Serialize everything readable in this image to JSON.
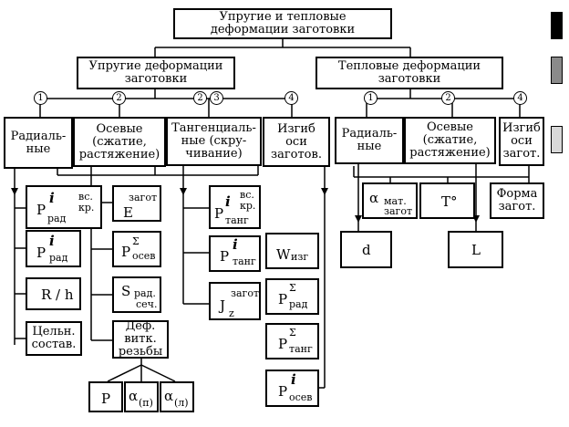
{
  "root": "Упругие и тепловые\nдеформации заготовки",
  "elastic": "Упругие деформации\nзаготовки",
  "thermal": "Тепловые деформации\nзаготовки",
  "circles": {
    "c1": "1",
    "c2": "2",
    "c3": "3",
    "c4": "4"
  },
  "elastic_cats": {
    "radial": "Радиаль-\nные",
    "axial": "Осевые\n(сжатие,\nрастяжение)",
    "tangential": "Тангенциаль-\nные (скру-\nчивание)",
    "bending": "Изгиб\nоси\nзаготов."
  },
  "thermal_cats": {
    "radial": "Радиаль-\nные",
    "axial": "Осевые\n(сжатие,\nрастяжение)",
    "bending": "Изгиб\nоси\nзагот."
  },
  "sym": {
    "P": "P",
    "i": "i",
    "rad": "рад",
    "vs_kr_1": "вс.",
    "vs_kr_2": "кр.",
    "tang": "танг",
    "osev": "осев",
    "sigma": "Σ",
    "Rh": "R / h",
    "whole": "Цельн.\nсостав.",
    "E": "E",
    "zagot": "загот",
    "S": "S",
    "rad_sech_1": "рад.",
    "rad_sech_2": "сеч.",
    "def_vitk": "Деф.\nвитк.\nрезьбы",
    "J": "J",
    "z": "z",
    "W": "W",
    "izg": "изг",
    "alpha": "α",
    "alpha_p_sub": "(п)",
    "alpha_l_sub": "(л)",
    "mat": "мат.",
    "T": "T°",
    "forma": "Форма\nзагот.",
    "d": "d",
    "L": "L"
  },
  "legend": {
    "colors": [
      "#000000",
      "#8a8a8a",
      "#d8d8d8"
    ]
  }
}
